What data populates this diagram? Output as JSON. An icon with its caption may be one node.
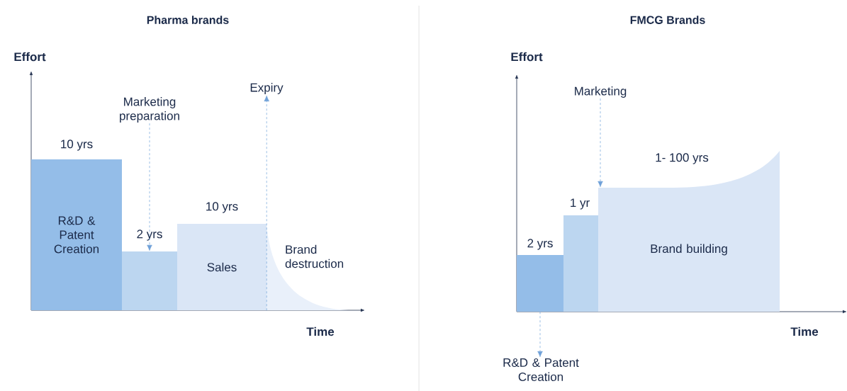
{
  "diagram": {
    "nodes": [
      {
        "text": [
          "R&D & Patent Creation"
        ],
        "beside": [
          "10 yrs"
        ]
      },
      {
        "text": [],
        "shape": "box",
        "beside": [
          "2 yrs"
        ]
      },
      {
        "text": [
          "Sales"
        ],
        "beside": [
          "10 yrs"
        ]
      },
      {
        "text": [
          "Brand destruction"
        ]
      },
      {
        "text": [
          "Marketing preparation"
        ]
      },
      {
        "text": [
          "Expiry"
        ]
      },
      {
        "text": [],
        "shape": "box",
        "beside": [
          "2 yrs"
        ]
      },
      {
        "text": [],
        "shape": "box",
        "beside": [
          "1 yr"
        ]
      },
      {
        "text": [
          "Brand building"
        ],
        "beside": [
          "1- 100 yrs"
        ]
      },
      {
        "text": [
          "Marketing"
        ]
      },
      {
        "text": [
          "R&D & Patent Creation"
        ]
      }
    ],
    "edges": [
      {
        "from": 4,
        "to": 1,
        "arrow": "to",
        "style": "dashed"
      },
      {
        "from": 2,
        "to": 5,
        "arrow": "to",
        "style": "dashed"
      },
      {
        "from": 9,
        "to": 8,
        "arrow": "to",
        "style": "dashed"
      },
      {
        "from": 6,
        "to": 10,
        "arrow": "to",
        "style": "dashed"
      }
    ],
    "labels": [
      "Pharma brands",
      "Effort",
      "Time",
      "FMCG Brands",
      "Effort",
      "Time"
    ]
  }
}
